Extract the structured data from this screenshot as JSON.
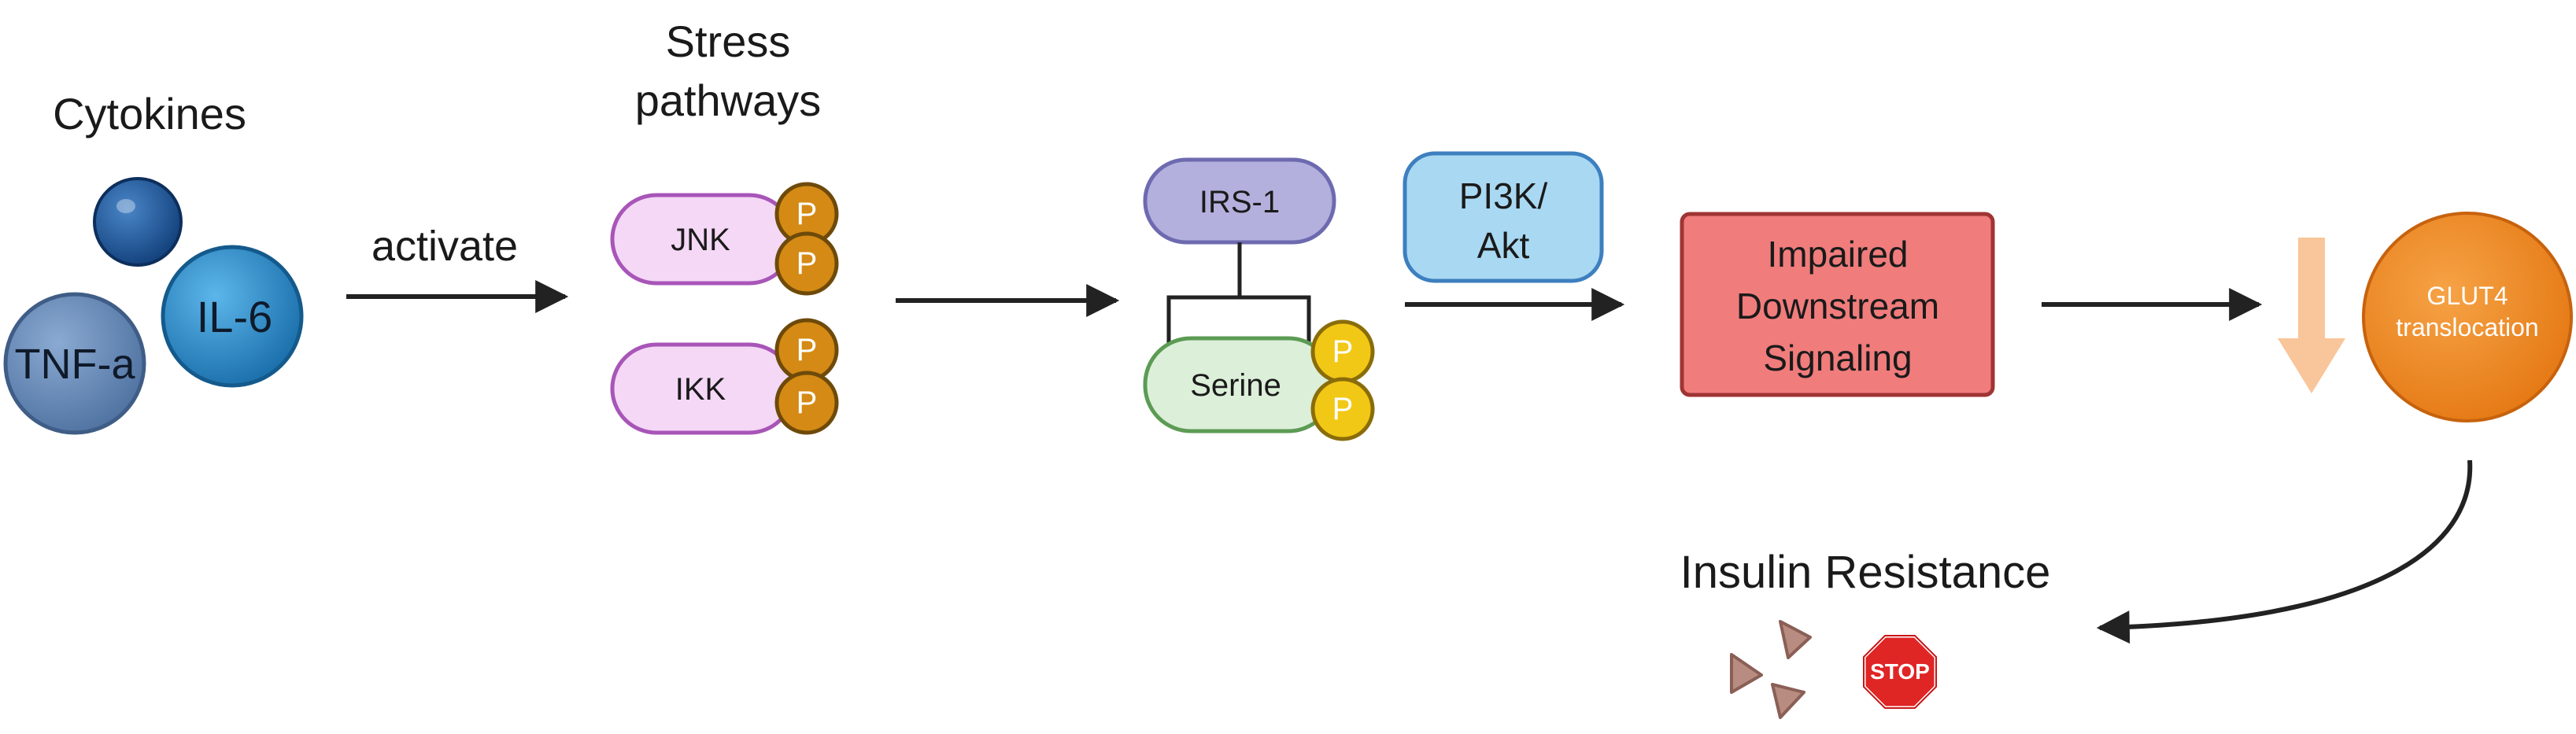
{
  "cytokines": {
    "title": "Cytokines",
    "molecules": [
      {
        "label": "",
        "color": "#1f5aa0"
      },
      {
        "label": "IL-6",
        "color": "#2b8fd1"
      },
      {
        "label": "TNF-a",
        "color": "#6a8fbf"
      }
    ]
  },
  "arrow_activate_label": "activate",
  "stress": {
    "title_line1": "Stress",
    "title_line2": "pathways",
    "kinases": [
      {
        "label": "JNK",
        "p1": "P",
        "p2": "P"
      },
      {
        "label": "IKK",
        "p1": "P",
        "p2": "P"
      }
    ]
  },
  "irs": {
    "top_label": "IRS-1",
    "bottom_label": "Serine",
    "p1": "P",
    "p2": "P"
  },
  "pi3k": {
    "line1": "PI3K/",
    "line2": "Akt"
  },
  "impaired": {
    "line1": "Impaired",
    "line2": "Downstream",
    "line3": "Signaling"
  },
  "glut4": {
    "line1": "GLUT4",
    "line2": "translocation"
  },
  "outcome": {
    "title": "Insulin Resistance",
    "stop_label": "STOP"
  },
  "colors": {
    "arrow": "#222222",
    "phosphate_fill": "#d48a14",
    "phosphate_stroke": "#6e4a0a",
    "phosphate_yellow": "#f2c816",
    "kinase_fill": "#f4d8f6",
    "kinase_stroke": "#a855b8",
    "irs_fill": "#b3b0dd",
    "irs_stroke": "#6e6ab0",
    "serine_fill": "#dcefd9",
    "serine_stroke": "#5c9b54",
    "pi3k_fill": "#a9d8f2",
    "pi3k_stroke": "#3d7fbf",
    "impaired_fill": "#f07c7c",
    "impaired_stroke": "#a03434",
    "glut4_fill": "#f08a22",
    "down_arrow": "#f9c59a",
    "stop_fill": "#e02525",
    "fragment": "#b98c82"
  }
}
